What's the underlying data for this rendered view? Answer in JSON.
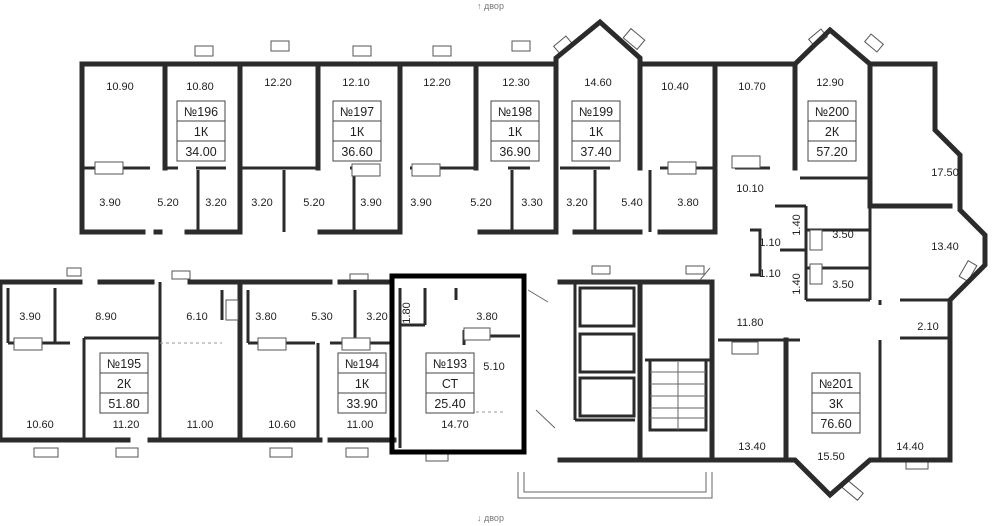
{
  "orientation": {
    "top": "↑ двор",
    "bottom": "↓ двор"
  },
  "highlighted_apartment": "193",
  "apartments": [
    {
      "id": "196",
      "number": "№196",
      "type": "1К",
      "area": "34.00"
    },
    {
      "id": "197",
      "number": "№197",
      "type": "1К",
      "area": "36.60"
    },
    {
      "id": "198",
      "number": "№198",
      "type": "1К",
      "area": "36.90"
    },
    {
      "id": "199",
      "number": "№199",
      "type": "1К",
      "area": "37.40"
    },
    {
      "id": "200",
      "number": "№200",
      "type": "2К",
      "area": "57.20"
    },
    {
      "id": "195",
      "number": "№195",
      "type": "2К",
      "area": "51.80"
    },
    {
      "id": "194",
      "number": "№194",
      "type": "1К",
      "area": "33.90"
    },
    {
      "id": "193",
      "number": "№193",
      "type": "СТ",
      "area": "25.40"
    },
    {
      "id": "201",
      "number": "№201",
      "type": "3К",
      "area": "76.60"
    }
  ],
  "room_areas": [
    "10.90",
    "10.80",
    "12.20",
    "12.10",
    "12.20",
    "12.30",
    "14.60",
    "10.40",
    "10.70",
    "12.90",
    "3.90",
    "5.20",
    "3.20",
    "3.20",
    "5.20",
    "3.90",
    "3.90",
    "5.20",
    "3.30",
    "3.20",
    "5.40",
    "3.80",
    "10.10",
    "17.50",
    "1.40",
    "3.50",
    "1.10",
    "1.10",
    "1.40",
    "3.50",
    "13.40",
    "3.90",
    "8.90",
    "6.10",
    "3.80",
    "5.30",
    "3.20",
    "1.80",
    "3.80",
    "5.10",
    "11.80",
    "2.10",
    "10.60",
    "11.20",
    "11.00",
    "10.60",
    "11.00",
    "14.70",
    "13.40",
    "15.50",
    "14.40"
  ]
}
